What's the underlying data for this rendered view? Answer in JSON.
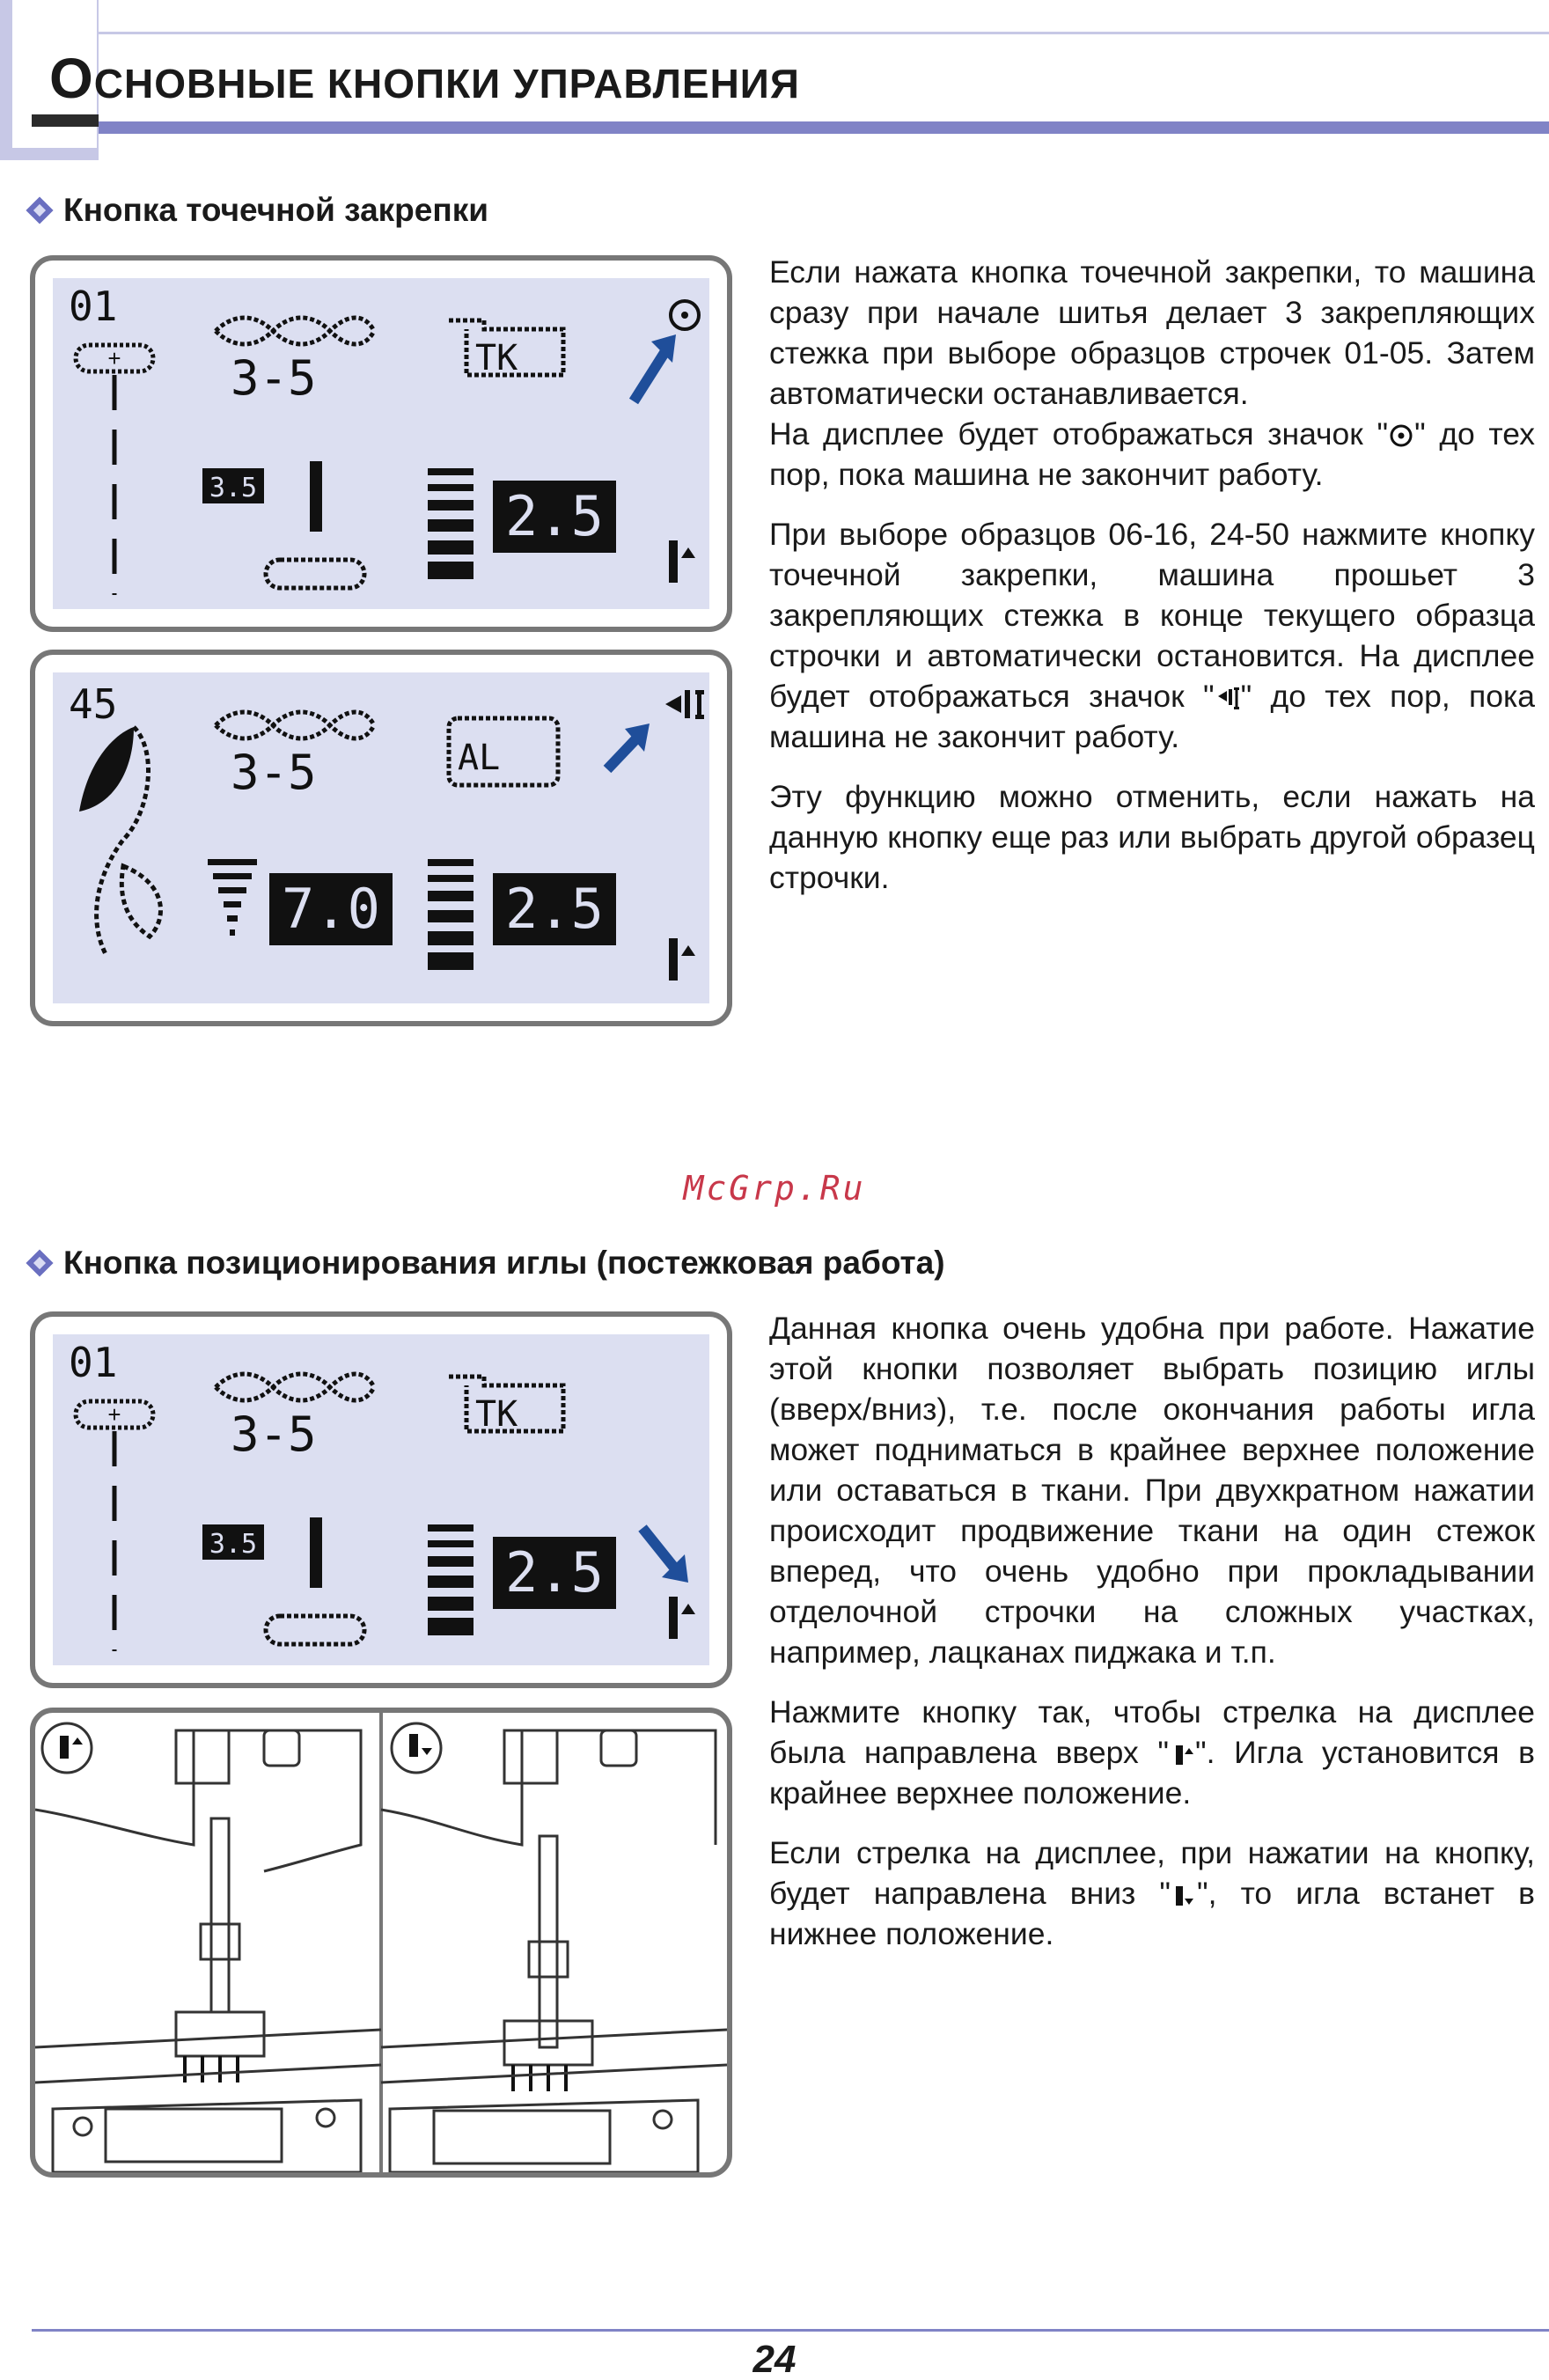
{
  "header": {
    "title_first": "О",
    "title_rest": "СНОВНЫЕ КНОПКИ УПРАВЛЕНИЯ"
  },
  "section1": {
    "heading": "Кнопка точечной закрепки",
    "lcd1": {
      "pattern": "01",
      "stitch": "3-5",
      "foot": "3.5",
      "length": "2.5"
    },
    "lcd2": {
      "pattern": "45",
      "stitch": "3-5",
      "width": "7.0",
      "length": "2.5"
    },
    "p1a": "Если нажата кнопка точечной закрепки, то машина сразу при начале шитья делает 3 закрепляющих стежка при выборе образцов строчек 01-05. Затем автоматически останавливается.",
    "p1b_pre": "На дисплее будет отображаться значок \"",
    "p1b_post": "\" до тех пор, пока машина не закончит работу.",
    "p2_pre": "При выборе образцов 06-16, 24-50 нажмите кнопку точечной закрепки, машина прошьет 3 закрепляющих стежка в конце текущего образца строчки и автоматически остановится. На дисплее будет отображаться значок \"",
    "p2_post": "\" до тех пор, пока машина не закончит работу.",
    "p3": "Эту функцию можно отменить, если нажать на данную кнопку еще раз или выбрать другой образец строчки."
  },
  "watermark": "McGrp.Ru",
  "section2": {
    "heading": "Кнопка позиционирования иглы (постежковая работа)",
    "lcd3": {
      "pattern": "01",
      "stitch": "3-5",
      "foot": "3.5",
      "length": "2.5"
    },
    "p1": "Данная кнопка очень удобна при работе. Нажатие этой кнопки позволяет выбрать позицию иглы (вверх/вниз), т.е. после окончания работы игла может подниматься в крайнее верхнее положение или оставаться в ткани. При двухкратном нажатии происходит продвижение ткани на один стежок вперед, что очень удобно при прокладывании отделочной строчки на сложных участках, например, лацканах пиджака и т.п.",
    "p2_pre": "Нажмите кнопку так, чтобы стрелка на дисплее была направлена вверх \"",
    "p2_post": "\". Игла установится в крайнее верхнее положение.",
    "p3_pre": "Если стрелка на дисплее, при нажатии на кнопку, будет направлена вниз \"",
    "p3_post": "\", то игла встанет в нижнее положение."
  },
  "footer": {
    "page_number": "24"
  },
  "colors": {
    "accent": "#8083c6",
    "lcd_bg": "#dcdff1",
    "arrow": "#1f4e9a",
    "watermark": "#c8384a"
  }
}
